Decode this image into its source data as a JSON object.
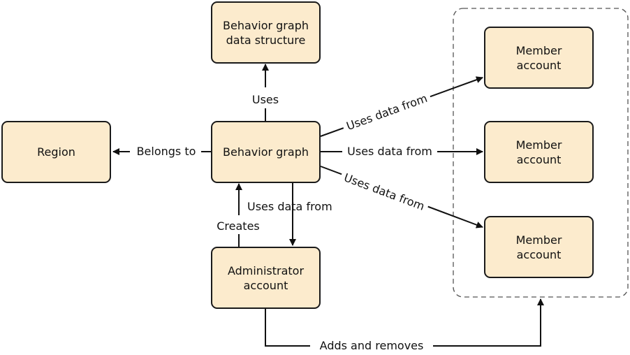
{
  "nodes": {
    "region": "Region",
    "behavior_graph": "Behavior graph",
    "data_structure": "Behavior graph\ndata structure",
    "administrator": "Administrator\naccount",
    "member_top": "Member\naccount",
    "member_mid": "Member\naccount",
    "member_bottom": "Member\naccount"
  },
  "edges": {
    "uses": "Uses",
    "belongs_to": "Belongs to",
    "uses_data_from_admin": "Uses data from",
    "creates": "Creates",
    "uses_data_from_top": "Uses data from",
    "uses_data_from_mid": "Uses data from",
    "uses_data_from_bottom": "Uses data from",
    "adds_and_removes": "Adds and removes"
  },
  "colors": {
    "node_fill": "#fcebcd",
    "stroke": "#1a1a1a"
  }
}
